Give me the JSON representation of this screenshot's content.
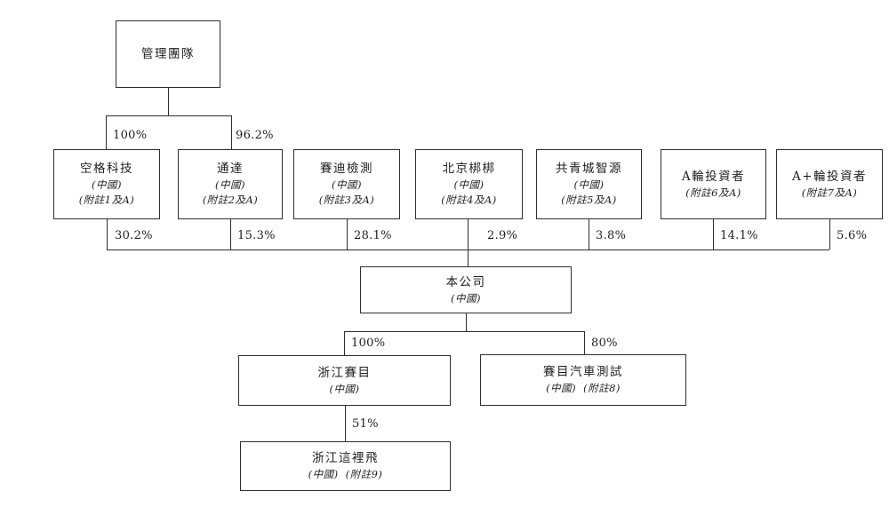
{
  "diagram": {
    "nodes": {
      "management": {
        "label": "管理團隊"
      },
      "shareholders": [
        {
          "label": "空格科技",
          "jurisdiction": "(中國)",
          "note": "(附註1及A)",
          "ownership_pct": "30.2%"
        },
        {
          "label": "通達",
          "jurisdiction": "(中國)",
          "note": "(附註2及A)",
          "ownership_pct": "15.3%"
        },
        {
          "label": "賽迪檢測",
          "jurisdiction": "(中國)",
          "note": "(附註3及A)",
          "ownership_pct": "28.1%"
        },
        {
          "label": "北京梆梆",
          "jurisdiction": "(中國)",
          "note": "(附註4及A)",
          "ownership_pct": "2.9%"
        },
        {
          "label": "共青城智源",
          "jurisdiction": "(中國)",
          "note": "(附註5及A)",
          "ownership_pct": "3.8%"
        },
        {
          "label": "A輪投資者",
          "note": "(附註6及A)",
          "ownership_pct": "14.1%"
        },
        {
          "label": "A+輪投資者",
          "note": "(附註7及A)",
          "ownership_pct": "5.6%"
        }
      ],
      "company": {
        "label": "本公司",
        "jurisdiction": "(中國)"
      },
      "zhejiang_saimo": {
        "label": "浙江賽目",
        "jurisdiction": "(中國)",
        "ownership_pct": "100%"
      },
      "saimo_auto_test": {
        "label": "賽目汽車測試",
        "jurisdiction": "(中國)",
        "note": "(附註8)",
        "ownership_pct": "80%"
      },
      "zhejiang_zhelifei": {
        "label": "浙江這裡飛",
        "jurisdiction": "(中國)",
        "note": "(附註9)",
        "ownership_pct": "51%"
      }
    },
    "edges": {
      "mgmt_to_kongge_pct": "100%",
      "mgmt_to_tongda_pct": "96.2%"
    },
    "colors": {
      "line": "#2f2f2f",
      "text": "#1f1f1f",
      "background": "#ffffff"
    }
  }
}
